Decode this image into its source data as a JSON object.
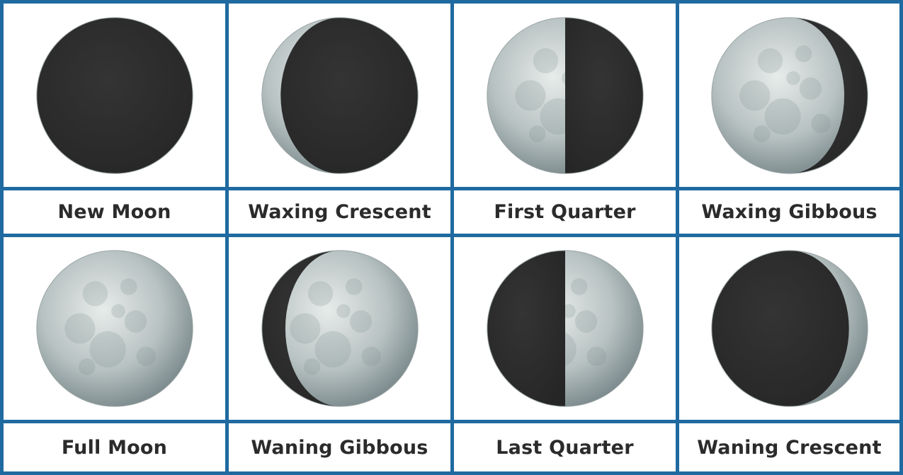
{
  "colors": {
    "border": "#1f6aa0",
    "label_text": "#2b2b2b",
    "lit_surface": "#b8c2c2",
    "dark_surface": "#262626"
  },
  "phases": [
    {
      "name": "New Moon",
      "lit_fraction": 0.0,
      "lit_side": "none"
    },
    {
      "name": "Waxing Crescent",
      "lit_fraction": 0.12,
      "lit_side": "left"
    },
    {
      "name": "First Quarter",
      "lit_fraction": 0.5,
      "lit_side": "left"
    },
    {
      "name": "Waxing Gibbous",
      "lit_fraction": 0.85,
      "lit_side": "left"
    },
    {
      "name": "Full Moon",
      "lit_fraction": 1.0,
      "lit_side": "all"
    },
    {
      "name": "Waning Gibbous",
      "lit_fraction": 0.85,
      "lit_side": "right"
    },
    {
      "name": "Last Quarter",
      "lit_fraction": 0.5,
      "lit_side": "right"
    },
    {
      "name": "Waning Crescent",
      "lit_fraction": 0.12,
      "lit_side": "right"
    }
  ]
}
